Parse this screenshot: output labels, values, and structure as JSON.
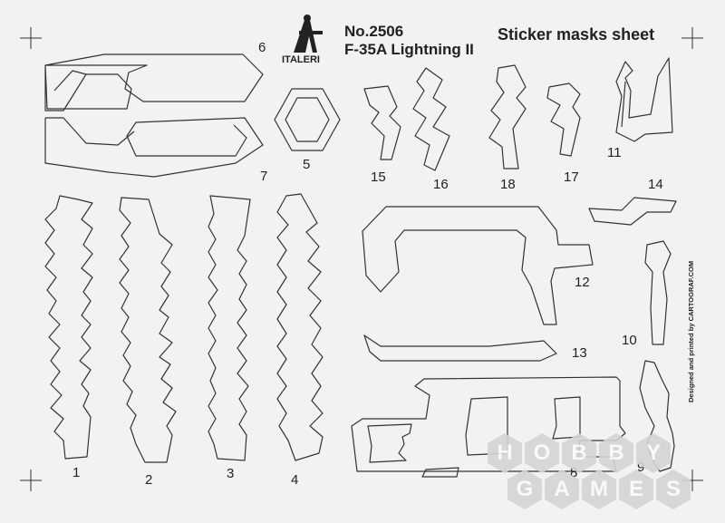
{
  "header": {
    "brand": "ITALERI",
    "kit_number": "No.2506",
    "kit_name": "F-35A Lightning II",
    "sheet_title": "Sticker masks sheet"
  },
  "side_credit": "Designed and printed by CARTOGRAF.COM",
  "mask_labels": [
    "1",
    "2",
    "3",
    "4",
    "5",
    "6",
    "7",
    "8",
    "9",
    "10",
    "11",
    "12",
    "13",
    "14",
    "15",
    "16",
    "17",
    "18"
  ],
  "watermark": {
    "row1": [
      "H",
      "O",
      "B",
      "B",
      "Y"
    ],
    "row2": [
      "G",
      "A",
      "M",
      "E",
      "S"
    ]
  },
  "colors": {
    "paper": "#f2f2f2",
    "outline": "#333333",
    "text": "#222222",
    "watermark": "#d4d4d4"
  }
}
